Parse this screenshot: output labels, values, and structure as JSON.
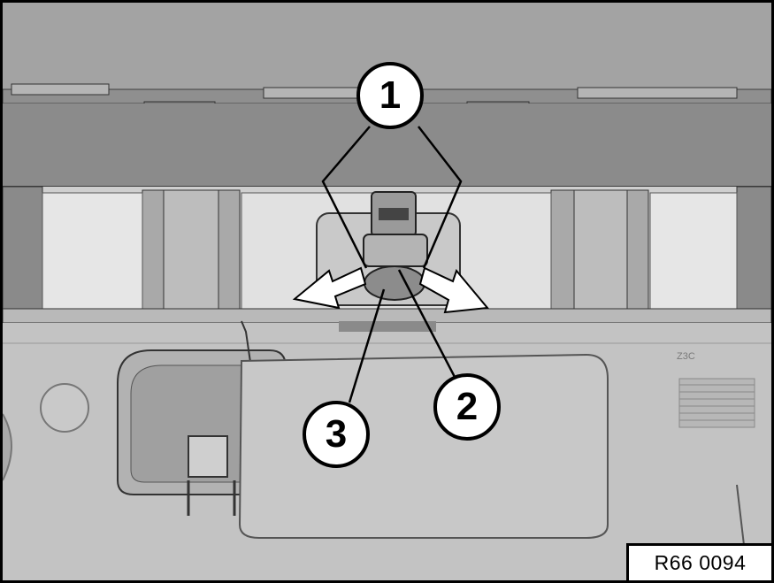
{
  "figure": {
    "reference_code": "R66 0094",
    "callouts": [
      {
        "id": "callout-1",
        "label": "1"
      },
      {
        "id": "callout-2",
        "label": "2"
      },
      {
        "id": "callout-3",
        "label": "3"
      }
    ],
    "scratched_marking": "Z3C",
    "colors": {
      "background_gray": "#9b9b9b",
      "outline": "#000000",
      "label_fill": "#ffffff"
    }
  }
}
